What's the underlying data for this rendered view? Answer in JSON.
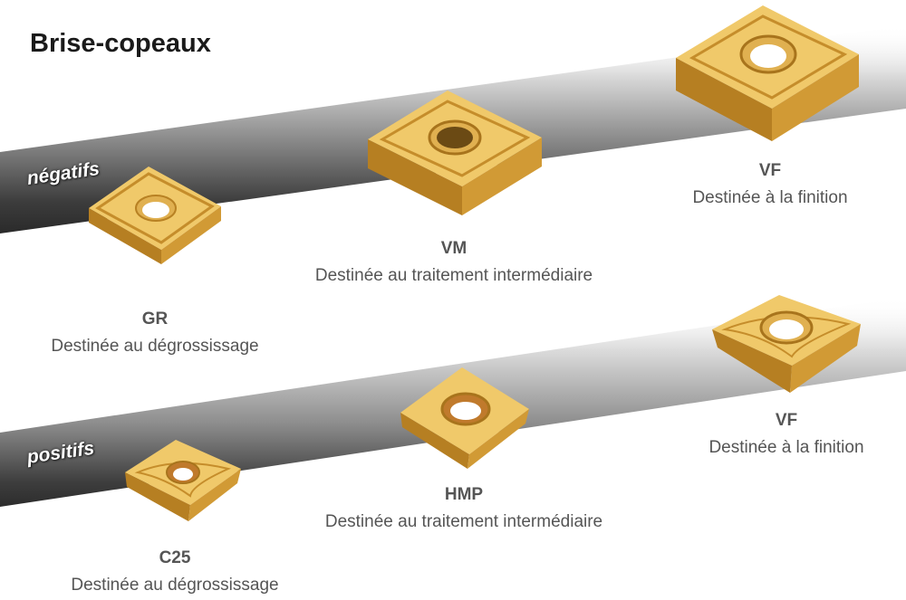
{
  "title": "Brise-copeaux",
  "colors": {
    "insert_gold": "#d9a63a",
    "insert_gold_light": "#f0c96a",
    "insert_gold_dark": "#a8741c",
    "band_light": "#e6e6e6",
    "band_dark": "#3a3a3a",
    "label_text": "#555555"
  },
  "groups": [
    {
      "band_label": "négatifs",
      "inserts": [
        {
          "name": "GR",
          "description": "Destinée au dégrossissage"
        },
        {
          "name": "VM",
          "description": "Destinée au traitement intermédiaire"
        },
        {
          "name": "VF",
          "description": "Destinée à la finition"
        }
      ]
    },
    {
      "band_label": "positifs",
      "inserts": [
        {
          "name": "C25",
          "description": "Destinée au dégrossissage"
        },
        {
          "name": "HMP",
          "description": "Destinée au traitement intermédiaire"
        },
        {
          "name": "VF",
          "description": "Destinée à la finition"
        }
      ]
    }
  ]
}
